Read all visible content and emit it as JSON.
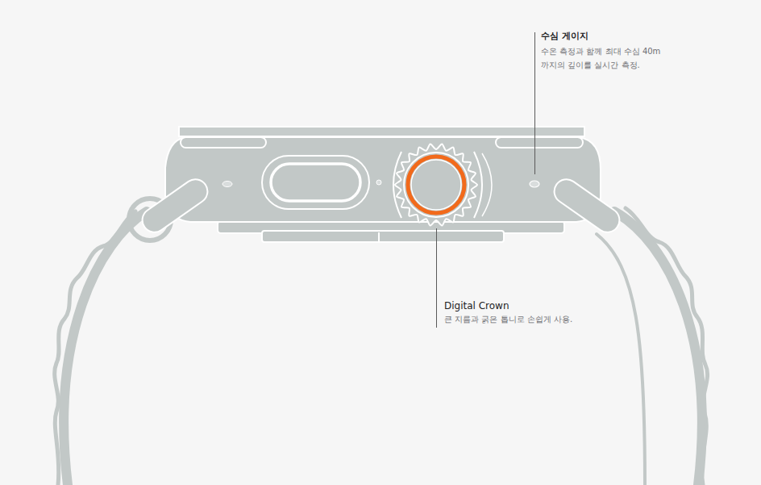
{
  "diagram": {
    "labels": [
      "수심 게이지",
      "수온 측정과 함께 최대 수심 40m까지의 깊이를 실시간 측정.",
      "Digital Crown",
      "큰 지름과 굵은 톱니로 손쉽게 사용."
    ]
  }
}
